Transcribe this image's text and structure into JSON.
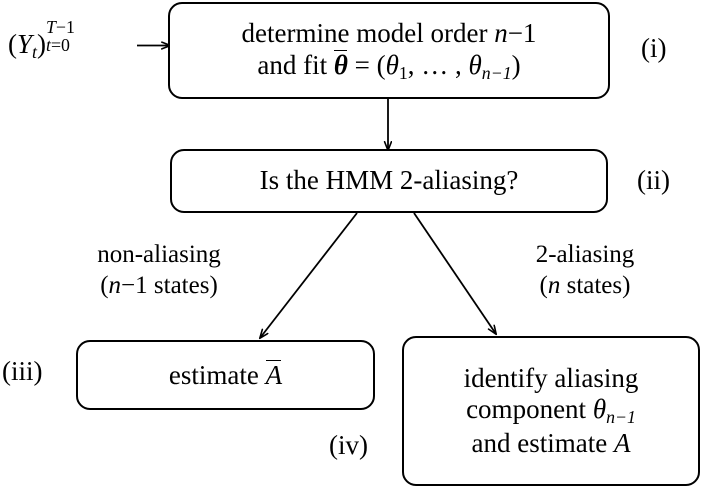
{
  "diagram": {
    "title": "HMM model-order and aliasing decision flowchart",
    "background": "#ffffff",
    "stroke": "#000000",
    "input": {
      "name": "observation-sequence",
      "text": "(Y_t)_{t=0}^{T-1}",
      "base": "(",
      "var": "Y",
      "var_sub": "t",
      "close": ")",
      "sup": "T−1",
      "sub": "t=0"
    },
    "nodes": [
      {
        "id": "fit",
        "roman": "(i)",
        "lines": [
          "determine model order n−1",
          "and fit θ̄ = (θ₁, … , θₙ₋₁)"
        ],
        "line1": {
          "pre": "determine model order ",
          "var": "n",
          "post": "−1"
        },
        "line2": {
          "pre": "and fit ",
          "theta_bar": "θ",
          "eq": " = (",
          "theta1": "θ",
          "sub1": "1",
          "dots": ", … , ",
          "theta2": "θ",
          "sub2": "n−1",
          "post": ")"
        }
      },
      {
        "id": "question",
        "roman": "(ii)",
        "text": "Is the HMM 2-aliasing?"
      },
      {
        "id": "estimate",
        "roman": "(iii)",
        "pre": "estimate ",
        "symbol": "A",
        "text": "estimate Ā"
      },
      {
        "id": "identify",
        "roman": "(iv)",
        "line1": "identify aliasing",
        "line2_pre": "component ",
        "line2_sym": "θ",
        "line2_sub": "n−1",
        "line3_pre": "and estimate ",
        "line3_sym": "A",
        "text": "identify aliasing component θₙ₋₁ and estimate A"
      }
    ],
    "edge_labels": {
      "left": {
        "line1": "non-aliasing",
        "line2_open": "(",
        "line2_var": "n",
        "line2_rest": "−1 states)",
        "text": "non-aliasing (n−1 states)"
      },
      "right": {
        "line1": "2-aliasing",
        "line2_open": "(",
        "line2_var": "n",
        "line2_rest": " states)",
        "text": "2-aliasing (n states)"
      }
    },
    "roman_labels": {
      "i": "(i)",
      "ii": "(ii)",
      "iii": "(iii)",
      "iv": "(iv)"
    }
  }
}
